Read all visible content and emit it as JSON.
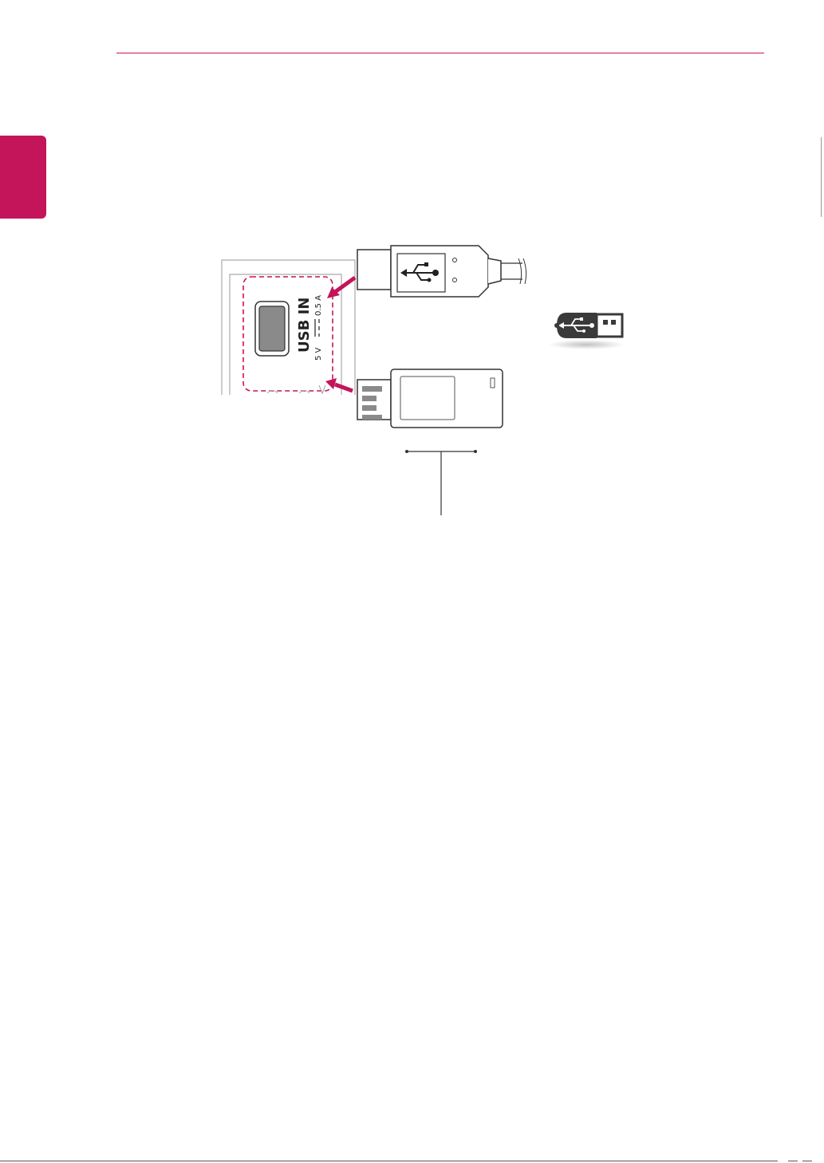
{
  "illustration": {
    "port_label": "USB IN",
    "rating": "5 V",
    "current": "0.5 A"
  },
  "colors": {
    "accent": "#c4145a",
    "outline": "#333333",
    "port_fill": "#8a8a8a"
  }
}
